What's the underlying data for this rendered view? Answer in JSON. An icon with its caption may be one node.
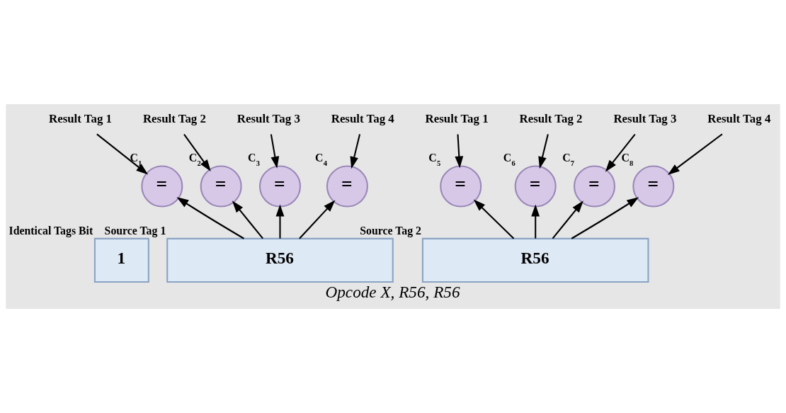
{
  "diagram": {
    "caption": "Opcode X, R56, R56",
    "nodes": [
      {
        "text": [
          "Result Tag 1"
        ]
      },
      {
        "text": [
          "Result Tag 2"
        ]
      },
      {
        "text": [
          "Result Tag 3"
        ]
      },
      {
        "text": [
          "Result Tag 4"
        ]
      },
      {
        "text": [
          "Result Tag 1"
        ]
      },
      {
        "text": [
          "Result Tag 2"
        ]
      },
      {
        "text": [
          "Result Tag 3"
        ]
      },
      {
        "text": [
          "Result Tag 4"
        ]
      },
      {
        "text": [
          "="
        ],
        "beside": [
          "C$_{1}$"
        ]
      },
      {
        "text": [
          "="
        ],
        "beside": [
          "C$_{2}$"
        ]
      },
      {
        "text": [
          "="
        ],
        "beside": [
          "C$_{3}$"
        ]
      },
      {
        "text": [
          "="
        ],
        "beside": [
          "C$_{4}$"
        ]
      },
      {
        "text": [
          "="
        ],
        "beside": [
          "C$_{5}$"
        ]
      },
      {
        "text": [
          "="
        ],
        "beside": [
          "C$_{6}$"
        ]
      },
      {
        "text": [
          "="
        ],
        "beside": [
          "C$_{7}$"
        ]
      },
      {
        "text": [
          "="
        ],
        "beside": [
          "C$_{8}$"
        ]
      },
      {
        "text": [
          "1"
        ],
        "beside": [
          "Identical Tags Bit"
        ]
      },
      {
        "text": [
          "R56"
        ],
        "beside": [
          "Source Tag 1"
        ]
      },
      {
        "text": [
          "R56"
        ],
        "beside": [
          "Source Tag 2"
        ]
      }
    ],
    "edges": [
      {
        "from": 0,
        "to": 8,
        "arrow": "to"
      },
      {
        "from": 1,
        "to": 9,
        "arrow": "to"
      },
      {
        "from": 2,
        "to": 10,
        "arrow": "to"
      },
      {
        "from": 3,
        "to": 11,
        "arrow": "to"
      },
      {
        "from": 4,
        "to": 12,
        "arrow": "to"
      },
      {
        "from": 5,
        "to": 13,
        "arrow": "to"
      },
      {
        "from": 6,
        "to": 14,
        "arrow": "to"
      },
      {
        "from": 7,
        "to": 15,
        "arrow": "to"
      },
      {
        "from": 17,
        "to": 8,
        "arrow": "to"
      },
      {
        "from": 17,
        "to": 9,
        "arrow": "to"
      },
      {
        "from": 17,
        "to": 10,
        "arrow": "to"
      },
      {
        "from": 17,
        "to": 11,
        "arrow": "to"
      },
      {
        "from": 18,
        "to": 12,
        "arrow": "to"
      },
      {
        "from": 18,
        "to": 13,
        "arrow": "to"
      },
      {
        "from": 18,
        "to": 14,
        "arrow": "to"
      },
      {
        "from": 18,
        "to": 15,
        "arrow": "to"
      }
    ]
  }
}
